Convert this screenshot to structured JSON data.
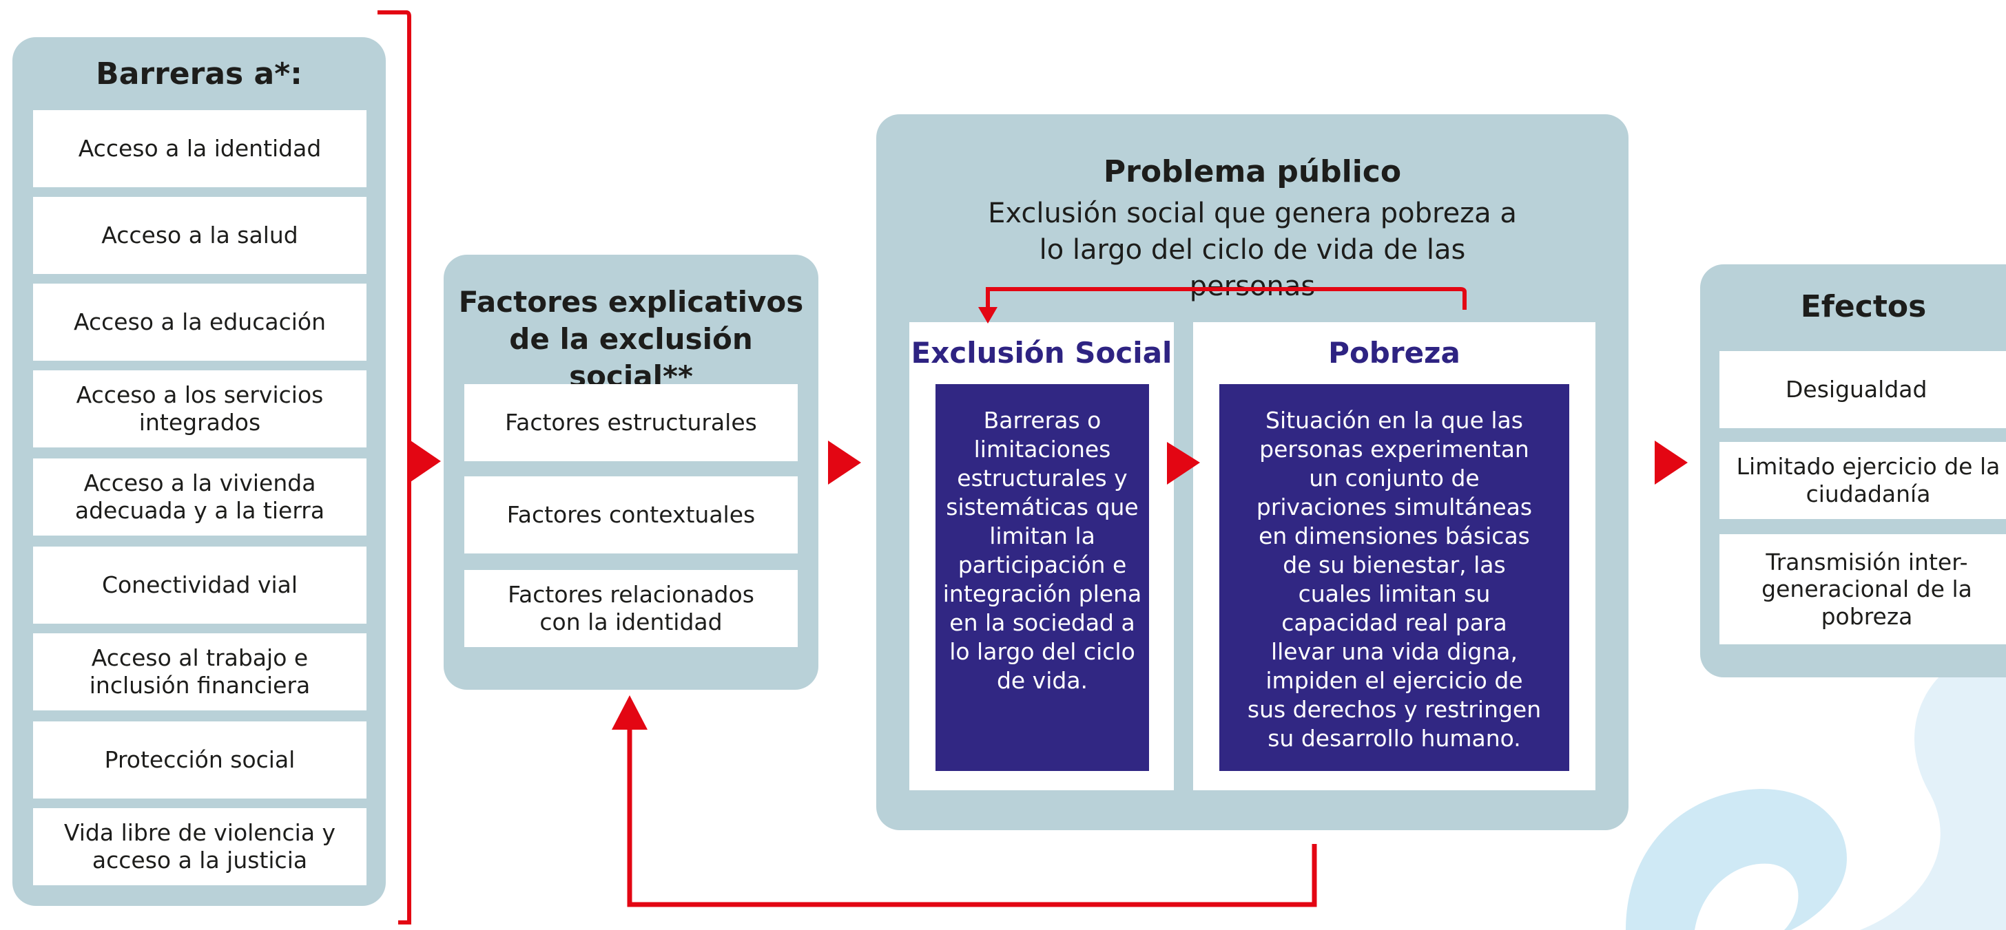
{
  "barriers": {
    "title": "Barreras a*:",
    "items": [
      "Acceso a la identidad",
      "Acceso a la salud",
      "Acceso a la educación",
      "Acceso a los servicios integrados",
      "Acceso a la vivienda adecuada y a la tierra",
      "Conectividad vial",
      "Acceso al trabajo e inclusión financiera",
      "Protección social",
      "Vida libre de violencia y acceso a la justicia"
    ]
  },
  "factors": {
    "title": "Factores explicativos de la exclusión social**",
    "items": [
      "Factores estructurales",
      "Factores contextuales",
      "Factores relacionados con la identidad"
    ]
  },
  "problem": {
    "title": "Problema público",
    "subtitle": "Exclusión social que genera pobreza a lo largo del ciclo de vida de las personas",
    "exclusion": {
      "title": "Exclusión Social",
      "text": "Barreras o limitaciones estructurales y sistemáticas que limitan la participación e integración plena en la sociedad a lo largo del ciclo de vida."
    },
    "poverty": {
      "title": "Pobreza",
      "text": "Situación en la que las personas experimentan un conjunto de privaciones simultáneas en dimensiones básicas de su bienestar, las cuales limitan su capacidad real para llevar una vida digna, impiden el ejercicio de sus derechos y restringen su desarrollo humano."
    }
  },
  "effects": {
    "title": "Efectos",
    "items": [
      "Desigualdad",
      "Limitado ejercicio de la ciudadanía",
      "Transmisión inter-generacional de la pobreza"
    ]
  },
  "colors": {
    "panel": "#b9d1d8",
    "arrow": "#e30613",
    "navy": "#312783",
    "title_navy": "#2e2382",
    "decoration": "#cfe9f5"
  }
}
